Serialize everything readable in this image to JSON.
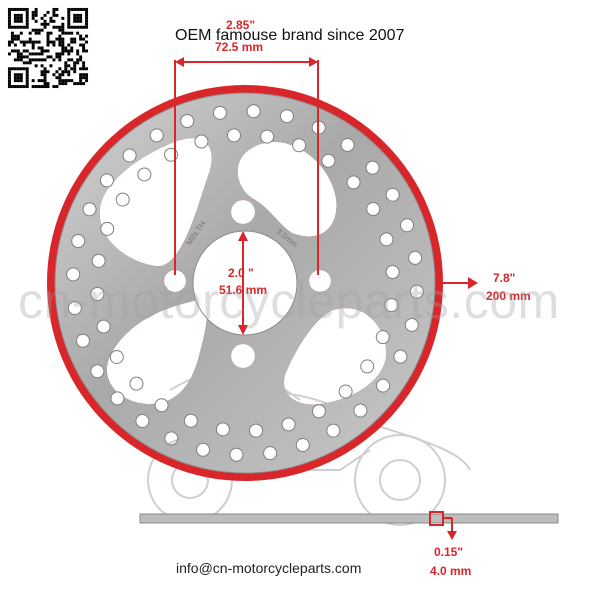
{
  "headline": "OEM famouse brand since 2007",
  "dimensions": {
    "bolt_spacing_in": "2.85\"",
    "bolt_spacing_mm": "72.5 mm",
    "center_hole_in": "2.0 \"",
    "center_hole_mm": "51.6 mm",
    "outer_diameter_in": "7.8\"",
    "outer_diameter_mm": "200 mm",
    "thickness_in": "0.15\"",
    "thickness_mm": "4.0 mm"
  },
  "disc_stamp_left": "MIN.TH.",
  "disc_stamp_right": "3.5mm",
  "watermark": "cn-motorcycleparts.com",
  "contact_email": "info@cn-motorcycleparts.com",
  "colors": {
    "accent": "#d8262a",
    "disc": "#b9b9b9",
    "text": "#111111"
  },
  "icons": {
    "qr": "qr-code-icon"
  }
}
